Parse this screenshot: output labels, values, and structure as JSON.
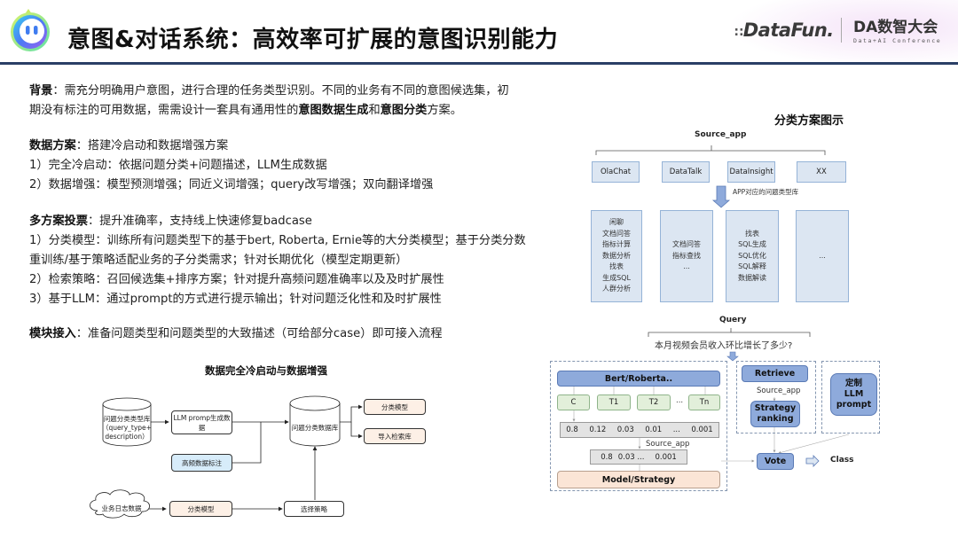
{
  "header": {
    "title": "意图&对话系统：高效率可扩展的意图识别能力",
    "brand_datafun": "DataFun.",
    "brand_da_main": "DA数智大会",
    "brand_da_sub": "Data+AI Conference"
  },
  "colors": {
    "header_rule": "#2a3f66",
    "app_box_fill": "#dce6f2",
    "model_pill_fill": "#8eaadb",
    "token_fill": "#e2efda",
    "strategy_fill": "#fbe5d6",
    "annotation_fill": "#d7ecfa"
  },
  "background": {
    "label": "背景",
    "line1": "：需充分明确用户意图，进行合理的任务类型识别。不同的业务有不同的意图候选集，初",
    "line2_a": "期没有标注的可用数据，需需设计一套具有通用性的",
    "line2_b1": "意图数据生成",
    "line2_and": "和",
    "line2_b2": "意图分类",
    "line2_end": "方案。"
  },
  "data_plan": {
    "label": "数据方案",
    "desc": "：搭建冷启动和数据增强方案",
    "items": [
      "1）完全冷启动：依据问题分类+问题描述，LLM生成数据",
      "2）数据增强：模型预测增强；同近义词增强；query改写增强；双向翻译增强"
    ]
  },
  "vote_plan": {
    "label": "多方案投票",
    "desc": "：提升准确率，支持线上快速修复badcase",
    "items": [
      "1）分类模型：训练所有问题类型下的基于bert, Roberta, Ernie等的大分类模型；基于分类分数",
      "重训练/基于策略适配业务的子分类需求；针对长期优化（模型定期更新）",
      "2）检索策略：召回候选集+排序方案；针对提升高频问题准确率以及及时扩展性",
      "3）基于LLM：通过prompt的方式进行提示输出；针对问题泛化性和及时扩展性"
    ]
  },
  "module": {
    "label": "模块接入",
    "desc": "：准备问题类型和问题类型的大致描述（可给部分case）即可接入流程"
  },
  "left_diagram": {
    "title": "数据完全冷启动与数据增强",
    "type_db": [
      "问题分类类型库",
      "（query_type+",
      "description）"
    ],
    "llm_gen": "LLM promp生成数据",
    "annotation": "高频数据标注",
    "class_db": "问题分类数据库",
    "out_model": "分类模型",
    "out_retrieval": "导入检索库",
    "logs": "业务日志数据",
    "classifier": "分类模型",
    "select_strategy": "选择策略"
  },
  "right_diagram": {
    "title": "分类方案图示",
    "source_app_label": "Source_app",
    "apps": [
      "OlaChat",
      "DataTalk",
      "DataInsight",
      "XX"
    ],
    "arrow_note": "APP对应的问题类型库",
    "categories": [
      [
        "闲聊",
        "文档问答",
        "指标计算",
        "数据分析",
        "找表",
        "生成SQL",
        "人群分析"
      ],
      [
        "文档问答",
        "指标查找",
        "..."
      ],
      [
        "找表",
        "SQL生成",
        "SQL优化",
        "SQL解释",
        "数据解读"
      ],
      [
        "..."
      ]
    ],
    "query_label": "Query",
    "query_text": "本月视频会员收入环比增长了多少?",
    "model_name": "Bert/Roberta..",
    "tokens": [
      "C",
      "T1",
      "T2",
      "Tn"
    ],
    "token_ellipsis": "...",
    "scores": [
      "0.8",
      "0.12",
      "0.03",
      "0.01",
      "...",
      "0.001"
    ],
    "source_app_mid": "Source_app",
    "filtered_scores": [
      "0.8",
      "0.03 ...",
      "0.001"
    ],
    "model_strategy": "Model/Strategy",
    "retrieve": "Retrieve",
    "source_app_retrieve": "Source_app",
    "strategy_ranking": [
      "Strategy",
      "ranking"
    ],
    "custom_llm": [
      "定制",
      "LLM",
      "prompt"
    ],
    "vote": "Vote",
    "class": "Class"
  }
}
